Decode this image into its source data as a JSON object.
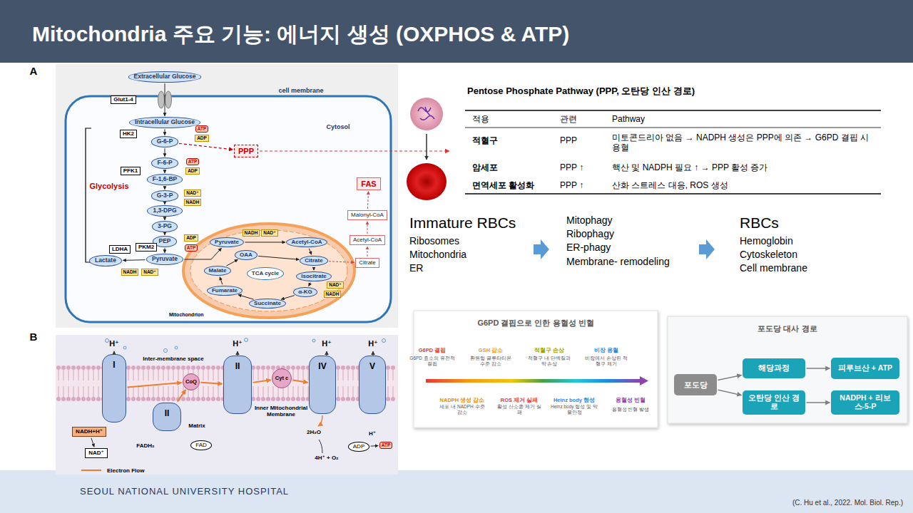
{
  "diagram": {
    "title": "Mitochondria 주요 기능: 에너지 생성 (OXPHOS & ATP)",
    "nodes": [
      {
        "text": [
          "Extracellular Glucose"
        ]
      },
      {
        "text": [
          "Glut1-4"
        ]
      },
      {
        "text": [
          "Intracellular Glucose"
        ]
      },
      {
        "text": [
          "HK2"
        ]
      },
      {
        "text": [
          "ATP"
        ]
      },
      {
        "text": [
          "ADP"
        ]
      },
      {
        "text": [
          "G-6-P"
        ]
      },
      {
        "text": [
          "PPP"
        ]
      },
      {
        "text": [
          "F-6-P"
        ]
      },
      {
        "text": [
          "PFK1"
        ]
      },
      {
        "text": [
          "ATP"
        ]
      },
      {
        "text": [
          "ADP"
        ]
      },
      {
        "text": [
          "F-1,6-BP"
        ]
      },
      {
        "text": [
          "G-3-P"
        ]
      },
      {
        "text": [
          "NAD⁺"
        ]
      },
      {
        "text": [
          "NADH"
        ]
      },
      {
        "text": [
          "1,3-DPG"
        ]
      },
      {
        "text": [
          "3-PG"
        ]
      },
      {
        "text": [
          "FAS"
        ]
      },
      {
        "text": [
          "Malonyl-CoA"
        ]
      },
      {
        "text": [
          "Acetyl-CoA"
        ]
      },
      {
        "text": [
          "PEP"
        ]
      },
      {
        "text": [
          "PKM2"
        ]
      },
      {
        "text": [
          "ADP"
        ]
      },
      {
        "text": [
          "ATP"
        ]
      },
      {
        "text": [
          "Lactate"
        ]
      },
      {
        "text": [
          "LDHA"
        ]
      },
      {
        "text": [
          "Pyruvate"
        ]
      },
      {
        "text": [
          "NADH"
        ]
      },
      {
        "text": [
          "NAD⁺"
        ]
      },
      {
        "text": [
          "Citrate"
        ]
      },
      {
        "text": [
          "Mitochondrion"
        ]
      },
      {
        "text": [
          "Pyruvate"
        ],
        "in": 31
      },
      {
        "text": [
          "NADH"
        ],
        "in": 31
      },
      {
        "text": [
          "NAD⁺"
        ],
        "in": 31
      },
      {
        "text": [
          "Acetyl-CoA"
        ],
        "in": 31
      },
      {
        "text": [
          "OAA"
        ],
        "in": 31
      },
      {
        "text": [
          "Citrate"
        ],
        "in": 31
      },
      {
        "text": [
          "Malate"
        ],
        "in": 31
      },
      {
        "text": [
          "TCA cycle"
        ],
        "in": 31
      },
      {
        "text": [
          "Isocitrate"
        ],
        "in": 31
      },
      {
        "text": [
          "Fumarate"
        ],
        "in": 31
      },
      {
        "text": [
          "α-KG"
        ],
        "in": 31
      },
      {
        "text": [
          "NAD⁺"
        ],
        "in": 31
      },
      {
        "text": [
          "NADH"
        ],
        "in": 31
      },
      {
        "text": [
          "Succinate"
        ],
        "in": 31
      },
      {
        "text": [
          "I"
        ]
      },
      {
        "text": [
          "CoQ"
        ]
      },
      {
        "text": [
          "II"
        ]
      },
      {
        "text": [
          "II"
        ]
      },
      {
        "text": [
          "Cyt c"
        ]
      },
      {
        "text": [
          "IV"
        ]
      },
      {
        "text": [
          "V"
        ]
      },
      {
        "text": [
          "NADH+H⁺"
        ]
      },
      {
        "text": [
          "NAD⁺"
        ]
      },
      {
        "text": [
          "FAD"
        ]
      },
      {
        "text": [
          "ADP"
        ]
      },
      {
        "text": [
          "ATP"
        ]
      },
      {
        "text": [
          "G6PD 결핍으로 인한 용혈성 빈혈"
        ]
      },
      {
        "text": [
          "포도당 대사 경로"
        ]
      },
      {
        "text": [
          "포도당"
        ],
        "in": 59
      },
      {
        "text": [
          "해당과정"
        ],
        "in": 59
      },
      {
        "text": [
          "오탄당 인산 경로"
        ],
        "in": 59
      },
      {
        "text": [
          "피루브산 + ATP"
        ],
        "in": 59
      },
      {
        "text": [
          "NADPH + 리보스-5-P"
        ],
        "in": 59
      }
    ],
    "edges": [
      {
        "from": 0,
        "to": 2,
        "arrow": "to"
      },
      {
        "from": 2,
        "to": 6,
        "arrow": "to"
      },
      {
        "from": 6,
        "to": 8,
        "arrow": "to"
      },
      {
        "from": 8,
        "to": 12,
        "arrow": "to"
      },
      {
        "from": 12,
        "to": 13,
        "arrow": "to"
      },
      {
        "from": 13,
        "to": 16,
        "arrow": "to"
      },
      {
        "from": 16,
        "to": 17,
        "arrow": "to"
      },
      {
        "from": 17,
        "to": 21,
        "arrow": "to"
      },
      {
        "from": 21,
        "to": 27,
        "arrow": "to"
      },
      {
        "from": 27,
        "to": 25,
        "arrow": "to"
      },
      {
        "from": 27,
        "to": 32,
        "arrow": "to"
      },
      {
        "from": 6,
        "to": 7,
        "arrow": "to"
      },
      {
        "from": 32,
        "to": 35,
        "arrow": "to"
      },
      {
        "from": 35,
        "to": 37,
        "arrow": "to"
      },
      {
        "from": 36,
        "to": 37,
        "arrow": "to"
      },
      {
        "from": 37,
        "to": 40,
        "arrow": "to"
      },
      {
        "from": 40,
        "to": 42,
        "arrow": "to"
      },
      {
        "from": 42,
        "to": 45,
        "arrow": "to"
      },
      {
        "from": 45,
        "to": 41,
        "arrow": "to"
      },
      {
        "from": 41,
        "to": 38,
        "arrow": "to"
      },
      {
        "from": 38,
        "to": 36,
        "arrow": "to"
      },
      {
        "from": 37,
        "to": 30,
        "arrow": "to"
      },
      {
        "from": 30,
        "to": 20,
        "arrow": "to"
      },
      {
        "from": 20,
        "to": 19,
        "arrow": "to"
      },
      {
        "from": 19,
        "to": 18,
        "arrow": "to"
      },
      {
        "from": 46,
        "to": 47,
        "arrow": "to"
      },
      {
        "from": 48,
        "to": 47,
        "arrow": "to"
      },
      {
        "from": 47,
        "to": 49,
        "arrow": "to"
      },
      {
        "from": 49,
        "to": 50,
        "arrow": "to"
      },
      {
        "from": 50,
        "to": 51,
        "arrow": "to"
      },
      {
        "from": 53,
        "to": 54,
        "arrow": "to"
      },
      {
        "from": 56,
        "to": 57,
        "arrow": "to"
      },
      {
        "from": 60,
        "to": 61,
        "arrow": "to"
      },
      {
        "from": 60,
        "to": 62,
        "arrow": "to"
      },
      {
        "from": 61,
        "to": 63,
        "arrow": "to"
      },
      {
        "from": 62,
        "to": 64,
        "arrow": "to"
      }
    ],
    "labels": [
      "A",
      "cell membrane",
      "Cytosol",
      "Glycolysis",
      "B",
      "H⁺",
      "H⁺",
      "H⁺",
      "H⁺",
      "Inter-membrane space",
      "Inner Mitochondrial Membrane",
      "Matrix",
      "FADH₂",
      "2H₂O",
      "4H⁺ + O₂",
      "H⁺",
      "Pentose Phosphate Pathway (PPP, 오탄당 인산 경로)",
      "적용",
      "관련",
      "Pathway",
      "적혈구",
      "PPP",
      "미토콘드리아 없음 → NADPH 생성은 PPP에 의존 → G6PD 결핍 시 용혈",
      "암세포",
      "PPP ↑",
      "핵산 및 NADPH 필요 ↑ → PPP 활성 증가",
      "면역세포 활성화",
      "PPP ↑",
      "산화 스트레스 대응, ROS 생성",
      "Immature RBCs",
      "Ribosomes",
      "Mitochondria",
      "ER",
      "Mitophagy",
      "Ribophagy",
      "ER-phagy",
      "Membrane- remodeling",
      "RBCs",
      "Hemoglobin",
      "Cytoskeleton",
      "Cell membrane",
      "G6PD 결핍",
      "G6PD 효소의 유전적 결핍",
      "GSH 감소",
      "환원형 글루타티온 수준 감소",
      "적혈구 손상",
      "적혈구 내 단백질과 막 손상",
      "비장 용혈",
      "비장에서 손상된 적혈구 제거",
      "NADPH 생성 감소",
      "세포 내 NADPH 수준 감소",
      "ROS 제거 실패",
      "활성 산소종 제거 실패",
      "Heinz body 형성",
      "Heinz body 형성 및 막 불안정",
      "용혈성 빈혈",
      "용혈성 빈혈 발생",
      "SEOUL NATIONAL UNIVERSITY HOSPITAL",
      "(C. Hu et al., 2022. Mol. Biol. Rep.)"
    ],
    "legend": [
      {
        "text": "Electron Flow"
      }
    ]
  }
}
